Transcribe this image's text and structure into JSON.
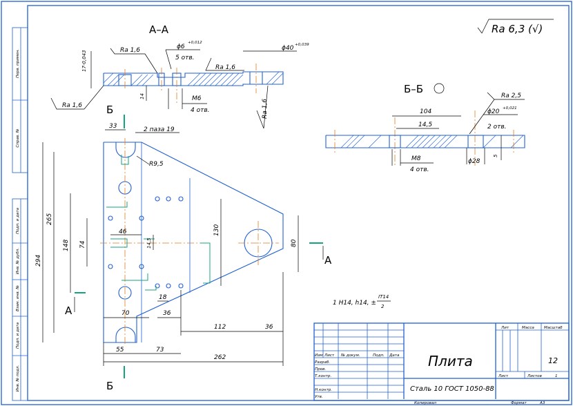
{
  "title_block": {
    "part_name": "Плита",
    "material": "Сталь 10 ГОСТ 1050-88",
    "col_lit": "Лит",
    "col_mass": "Масса",
    "col_scale": "Масштаб",
    "scale": "12",
    "sheet_label": "Лист",
    "sheets_label": "Листов",
    "sheets_value": "1",
    "rows": [
      "Изм",
      "Лист",
      "№ докум.",
      "Подп.",
      "Дата"
    ],
    "roles": [
      "Разраб.",
      "Пров.",
      "Т.контр.",
      "Н.контр.",
      "Утв."
    ],
    "copied": "Копировал",
    "format": "Формат",
    "format_value": "А3"
  },
  "side_stamps": [
    "Перв. примен.",
    "Справ. №",
    "Подп. и дата",
    "Инв. № дубл.",
    "Взам. инв. №",
    "Подп. и дата",
    "Инв. № подл."
  ],
  "surface_roughness": "Ra 6,3 (√)",
  "section_labels": {
    "aa": "А–А",
    "bb": "Б–Б",
    "a": "А",
    "b": "Б"
  },
  "tolerance_note": {
    "main": "1 H14, h14, ±",
    "num": "IT14",
    "den": "2"
  },
  "dims": {
    "ra16": "Ra 1,6",
    "ra25": "Ra 2,5",
    "phi6": "ϕ6",
    "phi6_tol": "+0,012",
    "holes5": "5 отв.",
    "phi40": "ϕ40",
    "phi40_tol": "+0,039",
    "t17": "17-0,043",
    "d14": "14",
    "m6": "М6",
    "holes4": "4 отв.",
    "phi20": "ϕ20",
    "phi20_tol": "+0,021",
    "holes2": "2 отв.",
    "d104": "104",
    "d145": "14,5",
    "m8": "М8",
    "phi28": "ϕ28",
    "d5": "5",
    "d33": "33",
    "groove": "2 паза 19",
    "r95": "R9,5",
    "d265": "265",
    "d294": "294",
    "d148": "148",
    "d74": "74",
    "d46": "46",
    "d145b": "14,5",
    "d130": "130",
    "d80": "80",
    "d18": "18",
    "d70": "70",
    "d36": "36",
    "d112": "112",
    "d36b": "36",
    "d55": "55",
    "d73": "73",
    "d262": "262"
  }
}
